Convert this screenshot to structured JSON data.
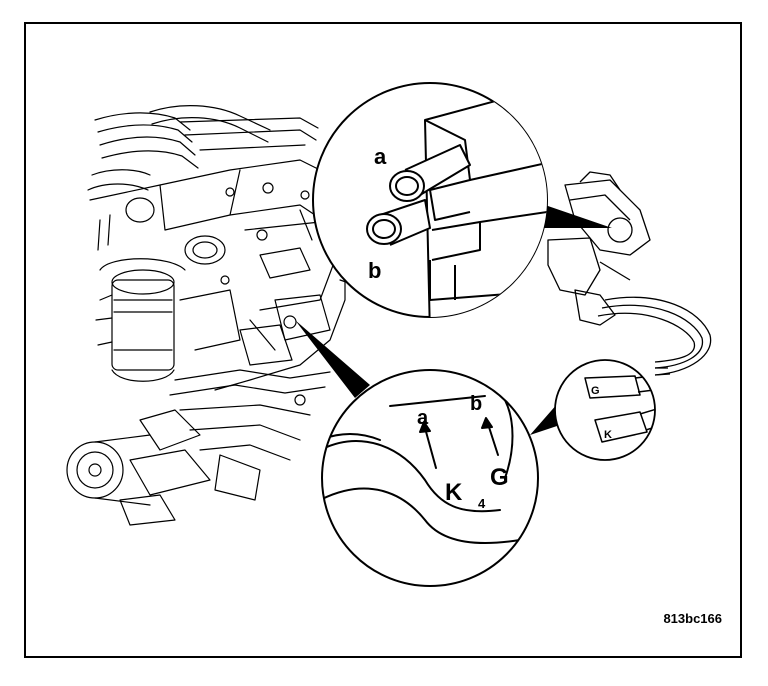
{
  "figure": {
    "code": "813bc166",
    "connector_detail": {
      "label_a": "a",
      "label_b": "b"
    },
    "wire_detail": {
      "label_a": "a",
      "label_b": "b",
      "label_k": "K",
      "label_g": "G",
      "label_4": "4"
    },
    "sensor_detail": {
      "label_g": "G",
      "label_k": "K"
    }
  }
}
